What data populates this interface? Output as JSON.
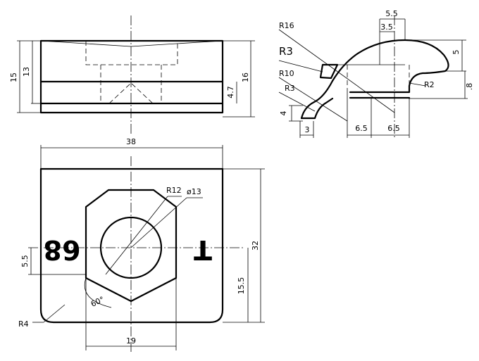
{
  "front_view": {
    "dims": {
      "height_15": "15",
      "height_13": "13",
      "height_16": "16",
      "depth_4_7": "4.7"
    }
  },
  "side_view": {
    "dims": {
      "top_5_5": "5.5",
      "top_3_5": "3.5",
      "r16": "R16",
      "r3_upper": "R3",
      "r10": "R10",
      "r3_lower": "R3",
      "right_5": "5",
      "r2": "R2",
      "angle_8": ".8",
      "left_4": "4",
      "bottom_3": "3",
      "bottom_6_5_a": "6.5",
      "bottom_6_5_b": "6.5"
    }
  },
  "top_view": {
    "dims": {
      "width_38": "38",
      "height_32": "32",
      "r12": "R12",
      "dia_13": "ø13",
      "offset_5_5": "5.5",
      "offset_15_5": "15.5",
      "angle_60": "60°",
      "corner_r4": "R4",
      "hex_19": "19"
    },
    "markings": {
      "left_number": "68",
      "right_letter": "T"
    }
  }
}
